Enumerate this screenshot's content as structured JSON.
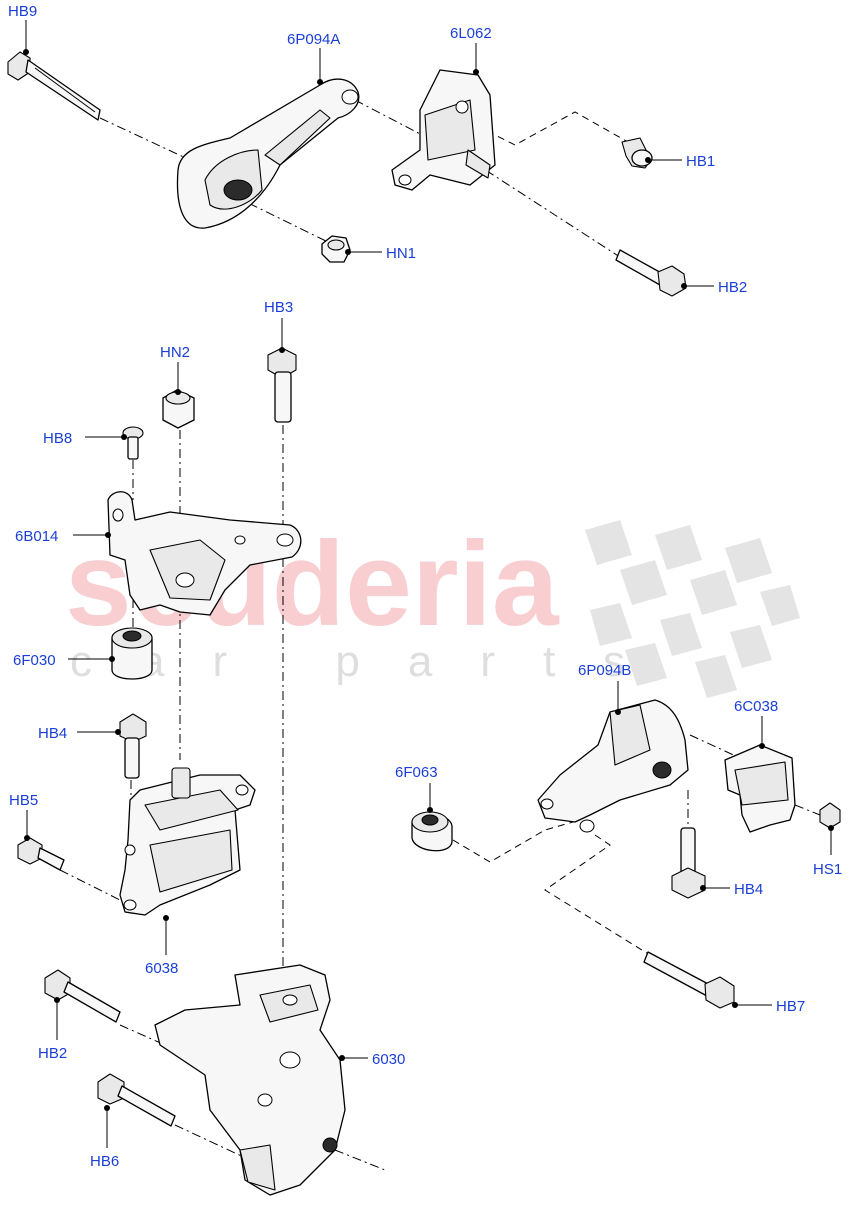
{
  "watermark": {
    "brand": "scuderia",
    "sub": "car parts"
  },
  "callouts": {
    "hb9": "HB9",
    "p6p094a": "6P094A",
    "p6l062": "6L062",
    "hb1": "HB1",
    "hn1": "HN1",
    "hb2_top": "HB2",
    "hb3": "HB3",
    "hn2": "HN2",
    "hb8": "HB8",
    "p6b014": "6B014",
    "p6f030": "6F030",
    "hb4_left": "HB4",
    "hb5": "HB5",
    "p6038": "6038",
    "p6p094b": "6P094B",
    "p6c038": "6C038",
    "p6f063": "6F063",
    "hs1": "HS1",
    "hb4_right": "HB4",
    "hb7": "HB7",
    "hb2_bottom": "HB2",
    "p6030": "6030",
    "hb6": "HB6"
  }
}
